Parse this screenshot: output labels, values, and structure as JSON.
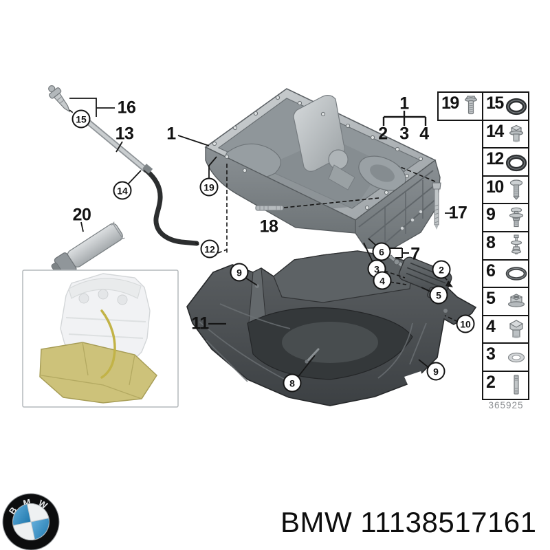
{
  "figure": {
    "subject": "engine oil pan and acoustic cover exploded diagram",
    "figure_code": "365925",
    "thumbnail": {
      "name": "engine-thumbnail",
      "highlight_color": "#cdc27a"
    },
    "callouts_plain": [
      {
        "label": "16"
      },
      {
        "label": "13"
      },
      {
        "label": "20"
      },
      {
        "label": "1"
      },
      {
        "label": "1"
      },
      {
        "label": "2"
      },
      {
        "label": "3"
      },
      {
        "label": "4"
      },
      {
        "label": "17"
      },
      {
        "label": "18"
      },
      {
        "label": "7"
      },
      {
        "label": "11"
      }
    ],
    "callouts_circled": [
      {
        "label": "15"
      },
      {
        "label": "14"
      },
      {
        "label": "19"
      },
      {
        "label": "12"
      },
      {
        "label": "6"
      },
      {
        "label": "3"
      },
      {
        "label": "4"
      },
      {
        "label": "2"
      },
      {
        "label": "5"
      },
      {
        "label": "9"
      },
      {
        "label": "8"
      },
      {
        "label": "9"
      },
      {
        "label": "10"
      }
    ]
  },
  "legend": {
    "detached_cell": {
      "number": "19",
      "icon": "flange-bolt-icon"
    },
    "rows": [
      {
        "number": "15",
        "icon": "o-ring-icon"
      },
      {
        "number": "14",
        "icon": "screw-plug-icon"
      },
      {
        "number": "12",
        "icon": "o-ring-icon"
      },
      {
        "number": "10",
        "icon": "expansion-rivet-icon"
      },
      {
        "number": "9",
        "icon": "clip-rivet-icon"
      },
      {
        "number": "8",
        "icon": "screw-washer-icon"
      },
      {
        "number": "6",
        "icon": "gasket-ring-icon"
      },
      {
        "number": "5",
        "icon": "flange-nut-icon"
      },
      {
        "number": "4",
        "icon": "drain-plug-icon"
      },
      {
        "number": "3",
        "icon": "seal-washer-icon"
      },
      {
        "number": "2",
        "icon": "stud-icon"
      }
    ]
  },
  "footer": {
    "logo": "bmw-roundel",
    "logo_letters": [
      "B",
      "M",
      "W"
    ],
    "part_number_text": "BMW 11138517161",
    "logo_blue": "#1f78ad"
  },
  "colors": {
    "line": "#161616",
    "pan_metal": "#9aa0a4",
    "cover_plastic": "#4a4e51",
    "highlight_pan": "#cdc27a"
  }
}
